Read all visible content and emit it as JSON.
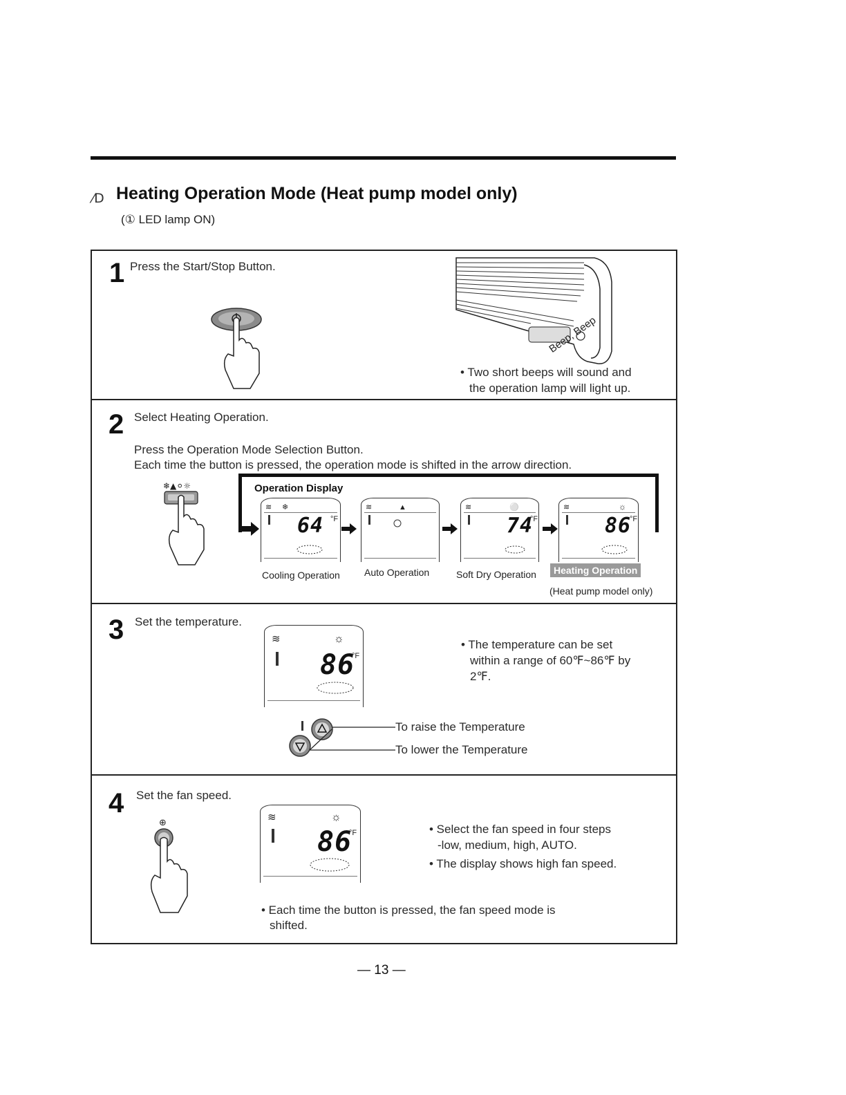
{
  "header": {
    "prefix": "⁄D",
    "title": "Heating Operation Mode (Heat pump model only)",
    "subtitle": "(① LED lamp ON)"
  },
  "steps": [
    {
      "number": "1",
      "text": "Press the Start/Stop Button.",
      "bullets": [
        "• Two short beeps will sound and",
        "the operation lamp will light up."
      ],
      "beep_label": "Beep, Beep"
    },
    {
      "number": "2",
      "text": "Select Heating Operation.",
      "line2": "Press the Operation Mode Selection Button.",
      "line3": "Each time the button is pressed, the operation mode is shifted in the arrow direction.",
      "display_label": "Operation Display",
      "modes": [
        {
          "label": "Cooling Operation",
          "temp": "64",
          "unit": "°F",
          "mode_icon": "snowflake-icon"
        },
        {
          "label": "Auto Operation",
          "temp": "",
          "unit": "",
          "mode_icon": "auto-icon"
        },
        {
          "label": "Soft Dry Operation",
          "temp": "74",
          "unit": "°F",
          "mode_icon": "droplet-icon"
        },
        {
          "label": "Heating Operation",
          "temp": "86",
          "unit": "°F",
          "mode_icon": "sun-icon"
        }
      ],
      "note": "(Heat pump model only)"
    },
    {
      "number": "3",
      "text": "Set the temperature.",
      "temp": "86",
      "unit": "°F",
      "bullets": [
        "• The temperature can be set",
        "within a range of 60℉~86℉ by",
        "2℉."
      ],
      "raise_label": "To raise the Temperature",
      "lower_label": "To lower the Temperature"
    },
    {
      "number": "4",
      "text": "Set the fan speed.",
      "temp": "86",
      "unit": "°F",
      "bullets": [
        "• Select the fan speed in four steps",
        "-low, medium, high, AUTO.",
        "• The display shows high fan speed."
      ],
      "bottom_bullets": [
        "• Each time the button is pressed, the fan speed mode is",
        "shifted."
      ]
    }
  ],
  "footer": {
    "page_number": "— 13 —"
  },
  "colors": {
    "rule": "#111111",
    "highlight": "#9a9a9a"
  }
}
